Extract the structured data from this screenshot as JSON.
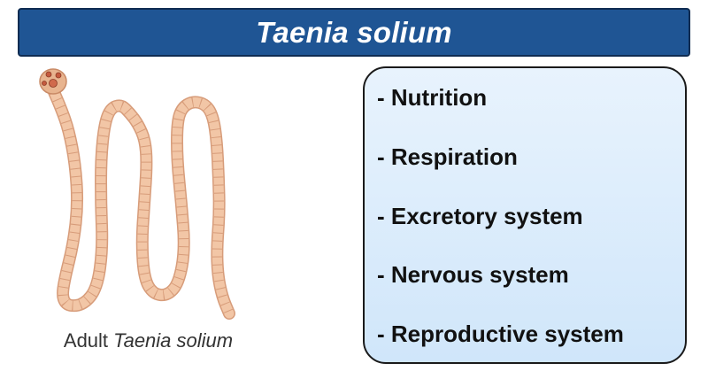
{
  "title": "Taenia solium",
  "figure": {
    "caption_prefix": "Adult",
    "caption_species": "Taenia solium"
  },
  "topics": [
    {
      "label": "- Nutrition"
    },
    {
      "label": "- Respiration"
    },
    {
      "label": "- Excretory system"
    },
    {
      "label": "- Nervous system"
    },
    {
      "label": "- Reproductive system"
    }
  ],
  "colors": {
    "banner": "#1f5594",
    "banner_border": "#0f2c52",
    "panel_top": "#e8f3fd",
    "panel_bottom": "#d0e6fa",
    "worm_body": "#f2c6a6",
    "worm_outline": "#d79c7a",
    "scolex": "#e8b48f",
    "sucker": "#c55a3e"
  },
  "icons": [
    "tapeworm-illustration"
  ]
}
